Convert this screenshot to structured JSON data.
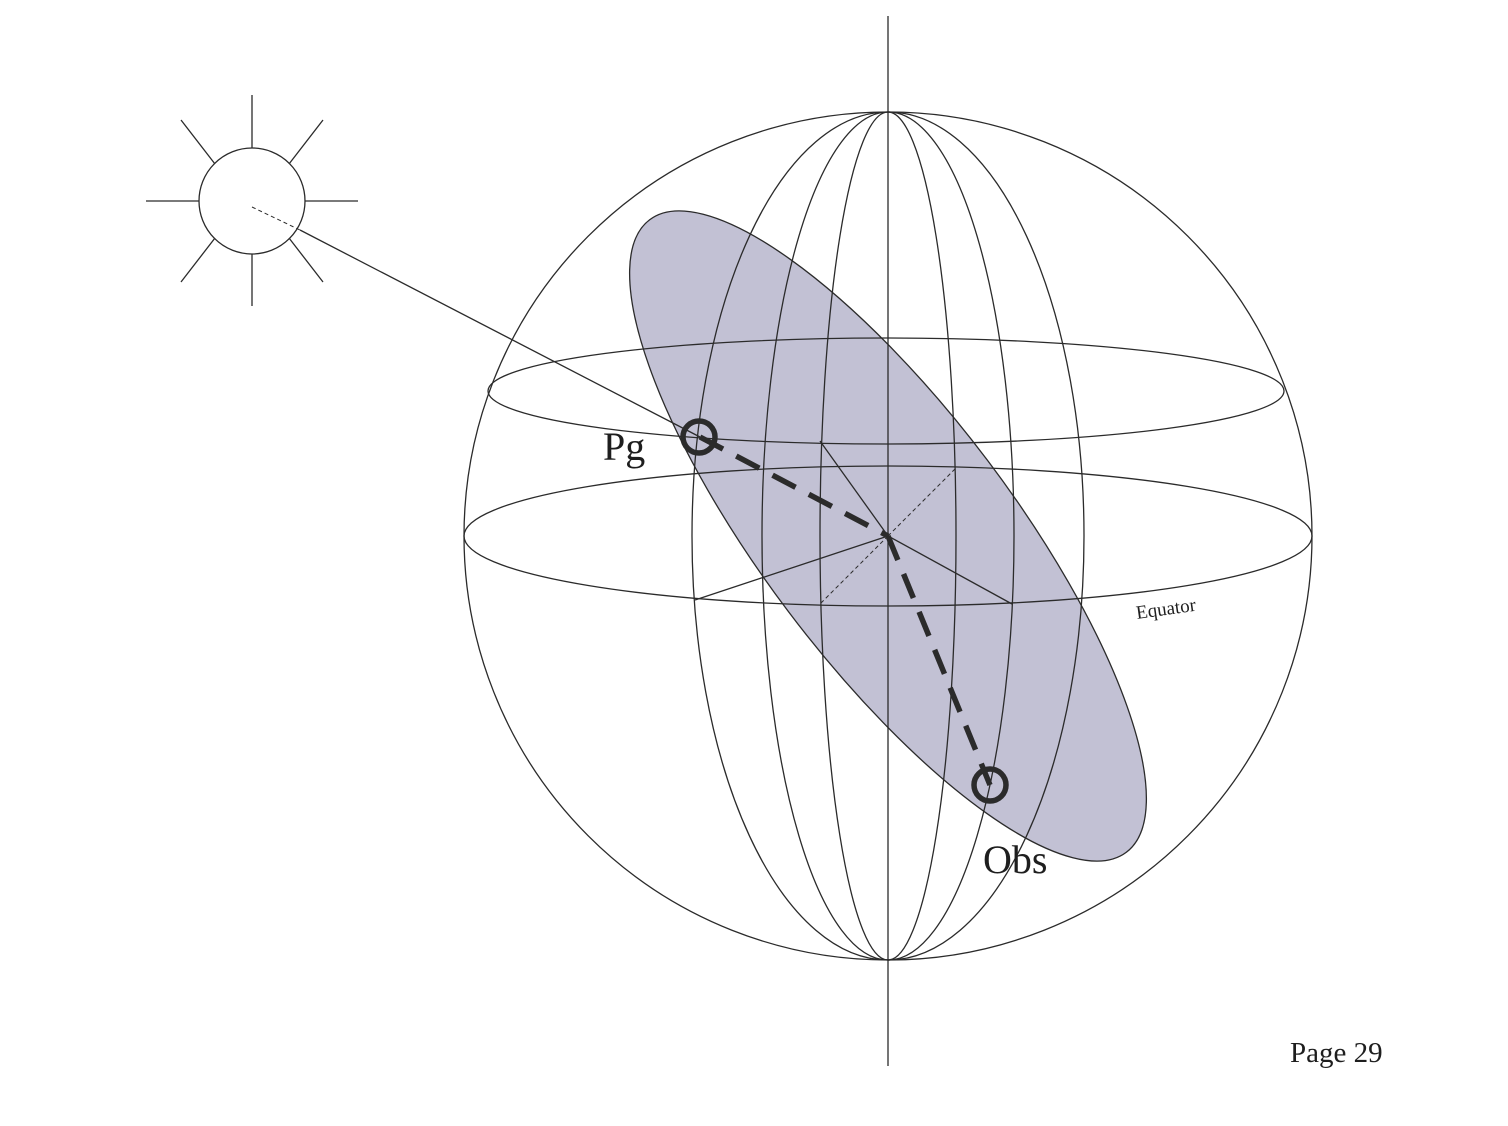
{
  "labels": {
    "subsolar_point": "Pg",
    "observer": "Obs",
    "equator": "Equator"
  },
  "page": {
    "number_label": "Page 29"
  },
  "icons": {
    "sun": "sun-icon"
  },
  "colors": {
    "plane_fill": "#c2c1d4",
    "line": "#2b2b2b",
    "text": "#1e1e1e",
    "background": "#ffffff"
  }
}
